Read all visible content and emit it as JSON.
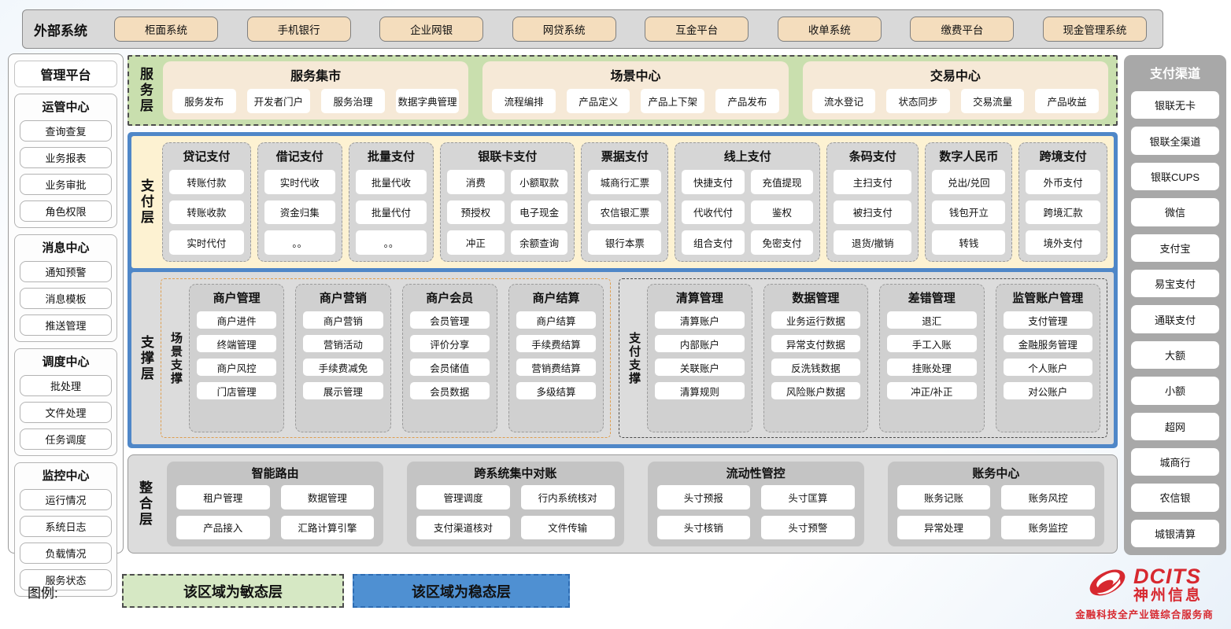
{
  "external": {
    "label": "外部系统",
    "systems": [
      "柜面系统",
      "手机银行",
      "企业网银",
      "网贷系统",
      "互金平台",
      "收单系统",
      "缴费平台",
      "现金管理系统"
    ]
  },
  "management": {
    "title": "管理平台",
    "groups": [
      {
        "title": "运管中心",
        "items": [
          "查询查复",
          "业务报表",
          "业务审批",
          "角色权限"
        ]
      },
      {
        "title": "消息中心",
        "items": [
          "通知预警",
          "消息模板",
          "推送管理"
        ]
      },
      {
        "title": "调度中心",
        "items": [
          "批处理",
          "文件处理",
          "任务调度"
        ]
      },
      {
        "title": "监控中心",
        "items": [
          "运行情况",
          "系统日志",
          "负载情况",
          "服务状态"
        ]
      }
    ]
  },
  "service_layer": {
    "label": "服务层",
    "sections": [
      {
        "title": "服务集市",
        "items": [
          "服务发布",
          "开发者门户",
          "服务治理",
          "数据字典管理"
        ]
      },
      {
        "title": "场景中心",
        "items": [
          "流程编排",
          "产品定义",
          "产品上下架",
          "产品发布"
        ]
      },
      {
        "title": "交易中心",
        "items": [
          "流水登记",
          "状态同步",
          "交易流量",
          "产品收益"
        ]
      }
    ]
  },
  "payment_layer": {
    "label": "支付层",
    "groups": [
      {
        "title": "贷记支付",
        "cols": 1,
        "flex": 1.05,
        "items": [
          "转账付款",
          "转账收款",
          "实时代付"
        ]
      },
      {
        "title": "借记支付",
        "cols": 1,
        "flex": 1,
        "items": [
          "实时代收",
          "资金归集",
          "。。"
        ]
      },
      {
        "title": "批量支付",
        "cols": 1,
        "flex": 1,
        "items": [
          "批量代收",
          "批量代付",
          "。。"
        ]
      },
      {
        "title": "银联卡支付",
        "cols": 2,
        "flex": 1.7,
        "items": [
          "消费",
          "小额取款",
          "预授权",
          "电子现金",
          "冲正",
          "余额查询"
        ]
      },
      {
        "title": "票据支付",
        "cols": 1,
        "flex": 1.03,
        "items": [
          "城商行汇票",
          "农信银汇票",
          "银行本票"
        ]
      },
      {
        "title": "线上支付",
        "cols": 2,
        "flex": 1.85,
        "items": [
          "快捷支付",
          "充值提现",
          "代收代付",
          "鉴权",
          "组合支付",
          "免密支付"
        ]
      },
      {
        "title": "条码支付",
        "cols": 1,
        "flex": 1.1,
        "items": [
          "主扫支付",
          "被扫支付",
          "退货/撤销"
        ]
      },
      {
        "title": "数字人民币",
        "cols": 1,
        "flex": 1.03,
        "items": [
          "兑出/兑回",
          "钱包开立",
          "转钱"
        ]
      },
      {
        "title": "跨境支付",
        "cols": 1,
        "flex": 1.05,
        "items": [
          "外币支付",
          "跨境汇款",
          "境外支付"
        ]
      }
    ]
  },
  "support_layer": {
    "label": "支撑层",
    "zones": [
      {
        "label": "场景支撑",
        "theme": "orange",
        "flex": 1.93,
        "groups": [
          {
            "title": "商户管理",
            "items": [
              "商户进件",
              "终端管理",
              "商户风控",
              "门店管理"
            ]
          },
          {
            "title": "商户营销",
            "items": [
              "商户营销",
              "营销活动",
              "手续费减免",
              "展示管理"
            ]
          },
          {
            "title": "商户会员",
            "items": [
              "会员管理",
              "评价分享",
              "会员储值",
              "会员数据"
            ]
          },
          {
            "title": "商户结算",
            "items": [
              "商户结算",
              "手续费结算",
              "营销费结算",
              "多级结算"
            ]
          }
        ]
      },
      {
        "label": "支付支撑",
        "theme": "dark",
        "flex": 2.1,
        "groups": [
          {
            "title": "清算管理",
            "items": [
              "清算账户",
              "内部账户",
              "关联账户",
              "清算规则"
            ]
          },
          {
            "title": "数据管理",
            "items": [
              "业务运行数据",
              "异常支付数据",
              "反洗钱数据",
              "风险账户数据"
            ]
          },
          {
            "title": "差错管理",
            "items": [
              "退汇",
              "手工入账",
              "挂账处理",
              "冲正/补正"
            ]
          },
          {
            "title": "监管账户管理",
            "items": [
              "支付管理",
              "金融服务管理",
              "个人账户",
              "对公账户"
            ]
          }
        ]
      }
    ]
  },
  "integration_layer": {
    "label": "整合层",
    "sections": [
      {
        "title": "智能路由",
        "items": [
          "租户管理",
          "数据管理",
          "产品接入",
          "汇路计算引擎"
        ]
      },
      {
        "title": "跨系统集中对账",
        "items": [
          "管理调度",
          "行内系统核对",
          "支付渠道核对",
          "文件传输"
        ]
      },
      {
        "title": "流动性管控",
        "items": [
          "头寸预报",
          "头寸匡算",
          "头寸核销",
          "头寸预警"
        ]
      },
      {
        "title": "账务中心",
        "items": [
          "账务记账",
          "账务风控",
          "异常处理",
          "账务监控"
        ]
      }
    ]
  },
  "channels": {
    "title": "支付渠道",
    "items": [
      "银联无卡",
      "银联全渠道",
      "银联CUPS",
      "微信",
      "支付宝",
      "易宝支付",
      "通联支付",
      "大额",
      "小额",
      "超网",
      "城商行",
      "农信银",
      "城银清算"
    ]
  },
  "legend": {
    "label": "图例:",
    "agile": "该区域为敏态层",
    "stable": "该区域为稳态层"
  },
  "logo": {
    "brand": "DCITS",
    "company": "神州信息",
    "tagline": "金融科技全产业链综合服务商"
  },
  "colors": {
    "agile_green": "#c9dfae",
    "stable_blue": "#4f87c8",
    "external_tan": "#f4ddbd",
    "panel_gray": "#d9d9d9",
    "brand_red": "#d7282f"
  }
}
